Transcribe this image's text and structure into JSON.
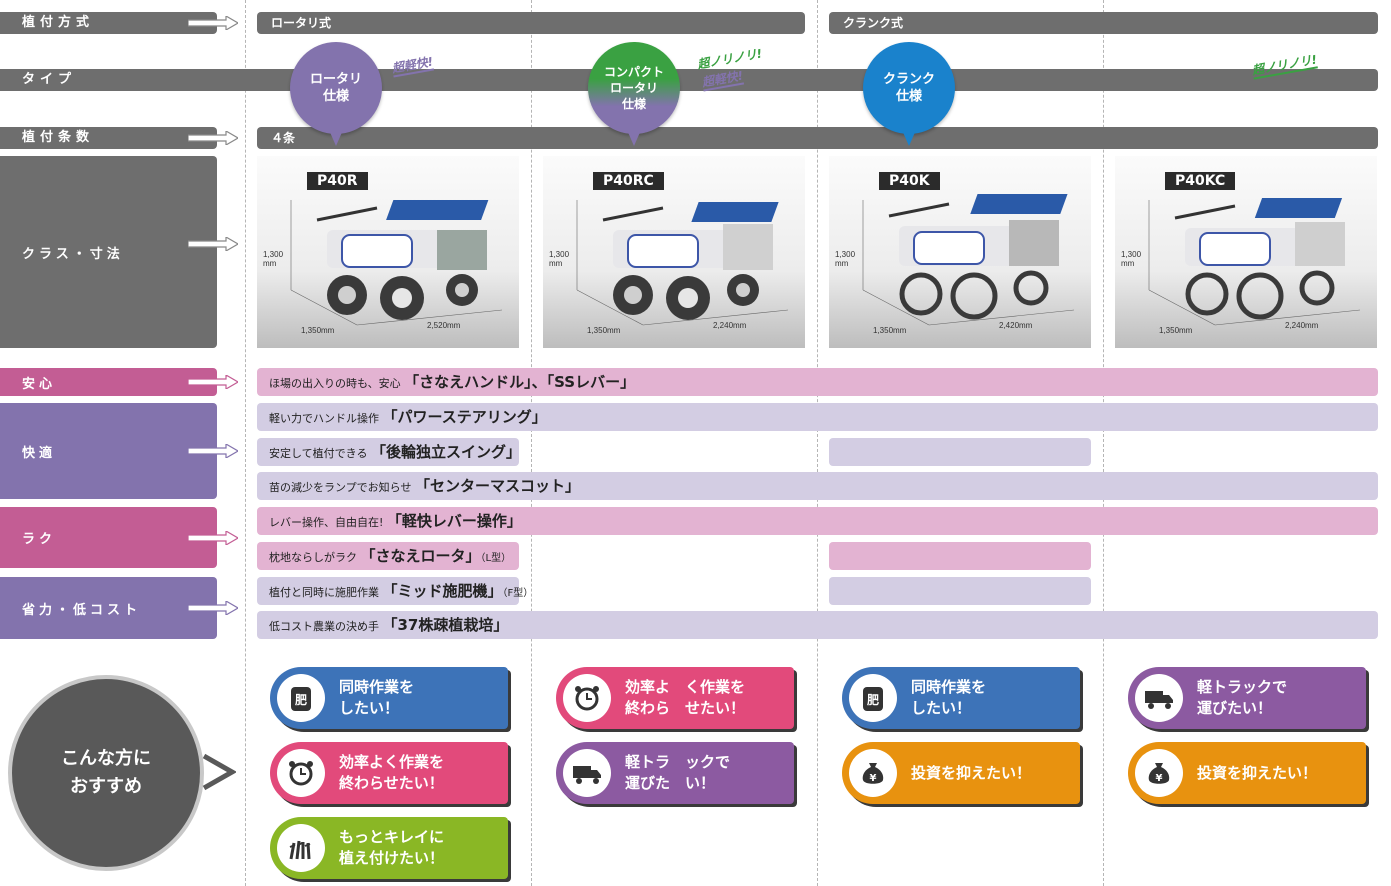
{
  "labels": {
    "planting_method": "植付方式",
    "type": "タイプ",
    "rows": "植付条数",
    "class_size": "クラス・寸法",
    "safety": "安心",
    "comfort": "快適",
    "easy": "ラク",
    "cost": "省力・低コスト"
  },
  "header": {
    "rotary": "ロータリ式",
    "crank": "クランク式",
    "rows_value": "４条"
  },
  "bubbles": {
    "rotary": "ロータリ\n仕様",
    "compact": "コンパクト\nロータリ\n仕様",
    "crank": "クランク\n仕様"
  },
  "slogans": {
    "s1": "超軽快!",
    "s2a": "超ノリノリ!",
    "s2b": "超軽快!",
    "s3": "超ノリノリ!"
  },
  "products": [
    {
      "model": "P40R",
      "height": "1,300\nmm",
      "width": "1,350mm",
      "length": "2,520mm"
    },
    {
      "model": "P40RC",
      "height": "1,300\nmm",
      "width": "1,350mm",
      "length": "2,240mm"
    },
    {
      "model": "P40K",
      "height": "1,300\nmm",
      "width": "1,350mm",
      "length": "2,420mm"
    },
    {
      "model": "P40KC",
      "height": "1,300\nmm",
      "width": "1,350mm",
      "length": "2,240mm"
    }
  ],
  "features": {
    "f1_pre": "ほ場の出入りの時も、安心",
    "f1_main": "「さなえハンドル」、「SSレバー」",
    "f2_pre": "軽い力でハンドル操作",
    "f2_main": "「パワーステアリング」",
    "f3_pre": "安定して植付できる",
    "f3_main": "「後輪独立スイング」",
    "f4_pre": "苗の減少をランプでお知らせ",
    "f4_main": "「センターマスコット」",
    "f5_pre": "レバー操作、自由自在!",
    "f5_main": "「軽快レバー操作」",
    "f6_pre": "枕地ならしがラク",
    "f6_main": "「さなえロータ」",
    "f6_post": "（L型）",
    "f7_pre": "植付と同時に施肥作業",
    "f7_main": "「ミッド施肥機」",
    "f7_post": "（F型）",
    "f8_pre": "低コスト農業の決め手",
    "f8_main": "「37株疎植栽培」"
  },
  "recommend": {
    "title": "こんな方に\nおすすめ",
    "items": [
      {
        "text": "同時作業を\nしたい！",
        "icon": "fertilizer-bag-icon",
        "icon_text": "肥"
      },
      {
        "text": "効率よく作業を\n終わらせたい！",
        "icon": "alarm-clock-icon"
      },
      {
        "text": "もっとキレイに\n植え付けたい！",
        "icon": "rice-seedling-icon"
      },
      {
        "text": "効率よ　く作業を\n終わら　せたい！",
        "icon": "alarm-clock-icon"
      },
      {
        "text": "軽トラ　ックで\n運びた　い！",
        "icon": "truck-icon"
      },
      {
        "text": "同時作業を\nしたい！",
        "icon": "fertilizer-bag-icon",
        "icon_text": "肥"
      },
      {
        "text": "投資を抑えたい！",
        "icon": "money-bag-icon",
        "icon_text": "¥"
      },
      {
        "text": "軽トラックで\n運びたい！",
        "icon": "truck-icon"
      },
      {
        "text": "投資を抑えたい！",
        "icon": "money-bag-icon",
        "icon_text": "¥"
      }
    ]
  },
  "colors": {
    "gray_bar": "#6e6e6e",
    "safety": "#c35d94",
    "comfort": "#8373ad",
    "bubble_purple": "#8373ad",
    "bubble_green": "#3aa142",
    "bubble_blue": "#1a82cc"
  }
}
